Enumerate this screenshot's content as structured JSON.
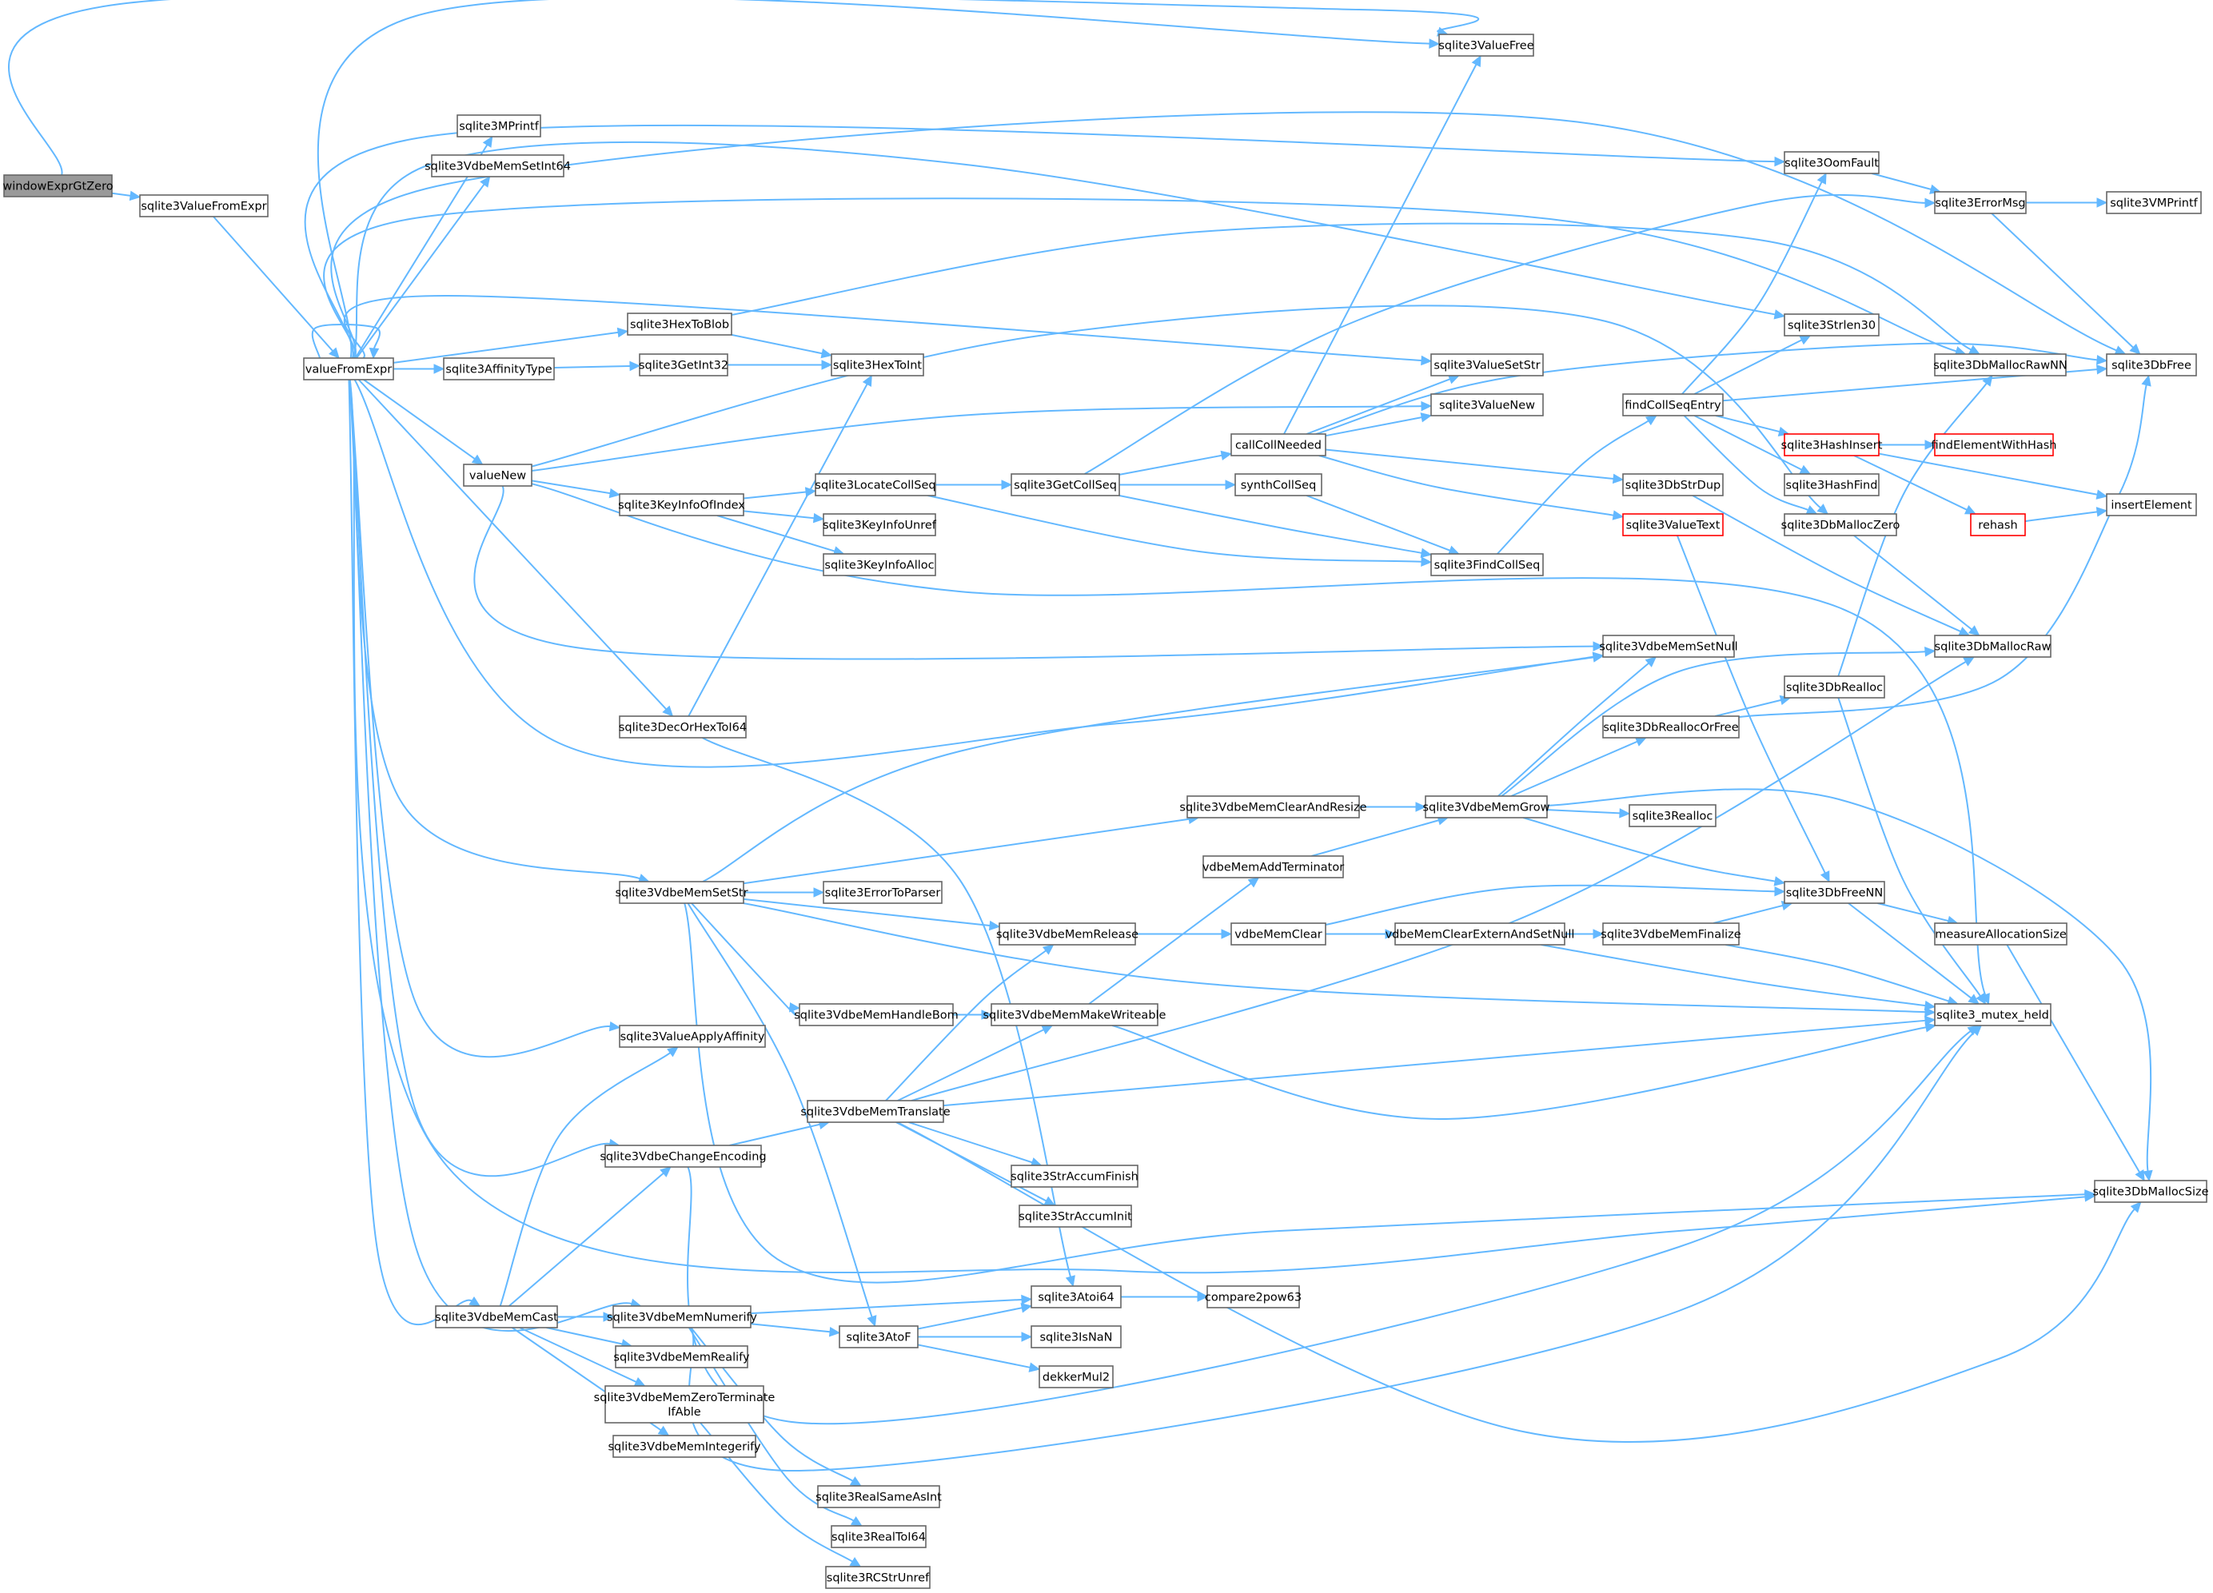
{
  "colors": {
    "edge": "#63b8ff",
    "node_border": "#666666",
    "truncated_border": "#ff0000",
    "root_fill": "#999999"
  },
  "nodes": [
    {
      "id": "windowExprGtZero",
      "lines": [
        "windowExprGtZero"
      ],
      "root": true
    },
    {
      "id": "sqlite3ValueFromExpr",
      "lines": [
        "sqlite3ValueFromExpr"
      ]
    },
    {
      "id": "valueFromExpr",
      "lines": [
        "valueFromExpr"
      ]
    },
    {
      "id": "sqlite3ValueFree",
      "lines": [
        "sqlite3ValueFree"
      ]
    },
    {
      "id": "sqlite3MPrintf",
      "lines": [
        "sqlite3MPrintf"
      ]
    },
    {
      "id": "sqlite3VdbeMemSetInt64",
      "lines": [
        "sqlite3VdbeMemSetInt64"
      ]
    },
    {
      "id": "sqlite3HexToBlob",
      "lines": [
        "sqlite3HexToBlob"
      ]
    },
    {
      "id": "sqlite3AffinityType",
      "lines": [
        "sqlite3AffinityType"
      ]
    },
    {
      "id": "sqlite3GetInt32",
      "lines": [
        "sqlite3GetInt32"
      ]
    },
    {
      "id": "sqlite3HexToInt",
      "lines": [
        "sqlite3HexToInt"
      ]
    },
    {
      "id": "valueNew",
      "lines": [
        "valueNew"
      ]
    },
    {
      "id": "sqlite3KeyInfoOfIndex",
      "lines": [
        "sqlite3KeyInfoOfIndex"
      ]
    },
    {
      "id": "sqlite3LocateCollSeq",
      "lines": [
        "sqlite3LocateCollSeq"
      ]
    },
    {
      "id": "sqlite3KeyInfoUnref",
      "lines": [
        "sqlite3KeyInfoUnref"
      ]
    },
    {
      "id": "sqlite3KeyInfoAlloc",
      "lines": [
        "sqlite3KeyInfoAlloc"
      ]
    },
    {
      "id": "sqlite3GetCollSeq",
      "lines": [
        "sqlite3GetCollSeq"
      ]
    },
    {
      "id": "callCollNeeded",
      "lines": [
        "callCollNeeded"
      ]
    },
    {
      "id": "synthCollSeq",
      "lines": [
        "synthCollSeq"
      ]
    },
    {
      "id": "sqlite3FindCollSeq",
      "lines": [
        "sqlite3FindCollSeq"
      ]
    },
    {
      "id": "sqlite3ValueSetStr",
      "lines": [
        "sqlite3ValueSetStr"
      ]
    },
    {
      "id": "sqlite3ValueNew",
      "lines": [
        "sqlite3ValueNew"
      ]
    },
    {
      "id": "sqlite3OomFault",
      "lines": [
        "sqlite3OomFault"
      ]
    },
    {
      "id": "sqlite3ErrorMsg",
      "lines": [
        "sqlite3ErrorMsg"
      ]
    },
    {
      "id": "sqlite3VMPrintf",
      "lines": [
        "sqlite3VMPrintf"
      ]
    },
    {
      "id": "sqlite3Strlen30",
      "lines": [
        "sqlite3Strlen30"
      ]
    },
    {
      "id": "sqlite3DbMallocRawNN",
      "lines": [
        "sqlite3DbMallocRawNN"
      ]
    },
    {
      "id": "sqlite3DbFree",
      "lines": [
        "sqlite3DbFree"
      ]
    },
    {
      "id": "findCollSeqEntry",
      "lines": [
        "findCollSeqEntry"
      ]
    },
    {
      "id": "sqlite3HashInsert",
      "lines": [
        "sqlite3HashInsert"
      ],
      "red": true
    },
    {
      "id": "findElementWithHash",
      "lines": [
        "findElementWithHash"
      ],
      "red": true
    },
    {
      "id": "sqlite3HashFind",
      "lines": [
        "sqlite3HashFind"
      ]
    },
    {
      "id": "insertElement",
      "lines": [
        "insertElement"
      ]
    },
    {
      "id": "rehash",
      "lines": [
        "rehash"
      ],
      "red": true
    },
    {
      "id": "sqlite3DbStrDup",
      "lines": [
        "sqlite3DbStrDup"
      ]
    },
    {
      "id": "sqlite3DbMallocZero",
      "lines": [
        "sqlite3DbMallocZero"
      ]
    },
    {
      "id": "sqlite3ValueText",
      "lines": [
        "sqlite3ValueText"
      ],
      "red": true
    },
    {
      "id": "sqlite3VdbeMemSetNull",
      "lines": [
        "sqlite3VdbeMemSetNull"
      ]
    },
    {
      "id": "sqlite3DbMallocRaw",
      "lines": [
        "sqlite3DbMallocRaw"
      ]
    },
    {
      "id": "sqlite3DbRealloc",
      "lines": [
        "sqlite3DbRealloc"
      ]
    },
    {
      "id": "sqlite3DbReallocOrFree",
      "lines": [
        "sqlite3DbReallocOrFree"
      ]
    },
    {
      "id": "sqlite3DecOrHexToI64",
      "lines": [
        "sqlite3DecOrHexToI64"
      ]
    },
    {
      "id": "sqlite3VdbeMemClearAndResize",
      "lines": [
        "sqlite3VdbeMemClearAndResize"
      ]
    },
    {
      "id": "sqlite3VdbeMemGrow",
      "lines": [
        "sqlite3VdbeMemGrow"
      ]
    },
    {
      "id": "sqlite3Realloc",
      "lines": [
        "sqlite3Realloc"
      ]
    },
    {
      "id": "vdbeMemAddTerminator",
      "lines": [
        "vdbeMemAddTerminator"
      ]
    },
    {
      "id": "sqlite3VdbeMemSetStr",
      "lines": [
        "sqlite3VdbeMemSetStr"
      ]
    },
    {
      "id": "sqlite3ErrorToParser",
      "lines": [
        "sqlite3ErrorToParser"
      ]
    },
    {
      "id": "sqlite3DbFreeNN",
      "lines": [
        "sqlite3DbFreeNN"
      ]
    },
    {
      "id": "sqlite3VdbeMemRelease",
      "lines": [
        "sqlite3VdbeMemRelease"
      ]
    },
    {
      "id": "vdbeMemClear",
      "lines": [
        "vdbeMemClear"
      ]
    },
    {
      "id": "vdbeMemClearExternAndSetNull",
      "lines": [
        "vdbeMemClearExternAndSetNull"
      ]
    },
    {
      "id": "sqlite3VdbeMemFinalize",
      "lines": [
        "sqlite3VdbeMemFinalize"
      ]
    },
    {
      "id": "measureAllocationSize",
      "lines": [
        "measureAllocationSize"
      ]
    },
    {
      "id": "sqlite3VdbeMemHandleBom",
      "lines": [
        "sqlite3VdbeMemHandleBom"
      ]
    },
    {
      "id": "sqlite3VdbeMemMakeWriteable",
      "lines": [
        "sqlite3VdbeMemMakeWriteable"
      ]
    },
    {
      "id": "sqlite3_mutex_held",
      "lines": [
        "sqlite3_mutex_held"
      ]
    },
    {
      "id": "sqlite3ValueApplyAffinity",
      "lines": [
        "sqlite3ValueApplyAffinity"
      ]
    },
    {
      "id": "sqlite3VdbeMemTranslate",
      "lines": [
        "sqlite3VdbeMemTranslate"
      ]
    },
    {
      "id": "sqlite3VdbeChangeEncoding",
      "lines": [
        "sqlite3VdbeChangeEncoding"
      ]
    },
    {
      "id": "sqlite3StrAccumFinish",
      "lines": [
        "sqlite3StrAccumFinish"
      ]
    },
    {
      "id": "sqlite3StrAccumInit",
      "lines": [
        "sqlite3StrAccumInit"
      ]
    },
    {
      "id": "sqlite3DbMallocSize",
      "lines": [
        "sqlite3DbMallocSize"
      ]
    },
    {
      "id": "sqlite3VdbeMemCast",
      "lines": [
        "sqlite3VdbeMemCast"
      ]
    },
    {
      "id": "sqlite3VdbeMemNumerify",
      "lines": [
        "sqlite3VdbeMemNumerify"
      ]
    },
    {
      "id": "sqlite3Atoi64",
      "lines": [
        "sqlite3Atoi64"
      ]
    },
    {
      "id": "compare2pow63",
      "lines": [
        "compare2pow63"
      ]
    },
    {
      "id": "sqlite3AtoF",
      "lines": [
        "sqlite3AtoF"
      ]
    },
    {
      "id": "sqlite3IsNaN",
      "lines": [
        "sqlite3IsNaN"
      ]
    },
    {
      "id": "dekkerMul2",
      "lines": [
        "dekkerMul2"
      ]
    },
    {
      "id": "sqlite3VdbeMemRealify",
      "lines": [
        "sqlite3VdbeMemRealify"
      ]
    },
    {
      "id": "sqlite3VdbeMemZeroTerminateIfAble",
      "lines": [
        "sqlite3VdbeMemZeroTerminate",
        "IfAble"
      ]
    },
    {
      "id": "sqlite3VdbeMemIntegerify",
      "lines": [
        "sqlite3VdbeMemIntegerify"
      ]
    },
    {
      "id": "sqlite3RealSameAsInt",
      "lines": [
        "sqlite3RealSameAsInt"
      ]
    },
    {
      "id": "sqlite3RealToI64",
      "lines": [
        "sqlite3RealToI64"
      ]
    },
    {
      "id": "sqlite3RCStrUnref",
      "lines": [
        "sqlite3RCStrUnref"
      ]
    }
  ],
  "edges": [
    [
      "windowExprGtZero",
      "sqlite3ValueFromExpr"
    ],
    [
      "windowExprGtZero",
      "sqlite3ValueFree"
    ],
    [
      "sqlite3ValueFromExpr",
      "valueFromExpr"
    ],
    [
      "valueFromExpr",
      "valueFromExpr"
    ],
    [
      "valueFromExpr",
      "sqlite3ValueFree"
    ],
    [
      "valueFromExpr",
      "sqlite3MPrintf"
    ],
    [
      "valueFromExpr",
      "sqlite3VdbeMemSetInt64"
    ],
    [
      "valueFromExpr",
      "sqlite3OomFault"
    ],
    [
      "valueFromExpr",
      "sqlite3DbFree"
    ],
    [
      "valueFromExpr",
      "sqlite3Strlen30"
    ],
    [
      "valueFromExpr",
      "sqlite3DbMallocRawNN"
    ],
    [
      "valueFromExpr",
      "sqlite3HexToBlob"
    ],
    [
      "valueFromExpr",
      "sqlite3ValueSetStr"
    ],
    [
      "valueFromExpr",
      "sqlite3AffinityType"
    ],
    [
      "valueFromExpr",
      "valueNew"
    ],
    [
      "valueFromExpr",
      "sqlite3VdbeMemSetNull"
    ],
    [
      "valueFromExpr",
      "sqlite3DecOrHexToI64"
    ],
    [
      "valueFromExpr",
      "sqlite3VdbeMemSetStr"
    ],
    [
      "valueFromExpr",
      "sqlite3ValueApplyAffinity"
    ],
    [
      "valueFromExpr",
      "sqlite3VdbeChangeEncoding"
    ],
    [
      "valueFromExpr",
      "sqlite3VdbeMemCast"
    ],
    [
      "valueFromExpr",
      "sqlite3VdbeMemNumerify"
    ],
    [
      "valueFromExpr",
      "sqlite3DbMallocSize"
    ],
    [
      "sqlite3HexToBlob",
      "sqlite3HexToInt"
    ],
    [
      "sqlite3HexToBlob",
      "sqlite3DbMallocRawNN"
    ],
    [
      "sqlite3AffinityType",
      "sqlite3GetInt32"
    ],
    [
      "sqlite3GetInt32",
      "sqlite3HexToInt"
    ],
    [
      "valueNew",
      "sqlite3ValueNew"
    ],
    [
      "valueNew",
      "sqlite3KeyInfoOfIndex"
    ],
    [
      "valueNew",
      "sqlite3DbMallocZero"
    ],
    [
      "valueNew",
      "sqlite3VdbeMemSetNull"
    ],
    [
      "valueNew",
      "sqlite3_mutex_held"
    ],
    [
      "sqlite3KeyInfoOfIndex",
      "sqlite3LocateCollSeq"
    ],
    [
      "sqlite3KeyInfoOfIndex",
      "sqlite3KeyInfoUnref"
    ],
    [
      "sqlite3KeyInfoOfIndex",
      "sqlite3KeyInfoAlloc"
    ],
    [
      "sqlite3LocateCollSeq",
      "sqlite3GetCollSeq"
    ],
    [
      "sqlite3LocateCollSeq",
      "sqlite3FindCollSeq"
    ],
    [
      "sqlite3GetCollSeq",
      "callCollNeeded"
    ],
    [
      "sqlite3GetCollSeq",
      "synthCollSeq"
    ],
    [
      "sqlite3GetCollSeq",
      "sqlite3FindCollSeq"
    ],
    [
      "sqlite3GetCollSeq",
      "sqlite3ErrorMsg"
    ],
    [
      "callCollNeeded",
      "sqlite3ValueFree"
    ],
    [
      "callCollNeeded",
      "sqlite3ValueSetStr"
    ],
    [
      "callCollNeeded",
      "sqlite3ValueNew"
    ],
    [
      "callCollNeeded",
      "sqlite3DbFree"
    ],
    [
      "callCollNeeded",
      "sqlite3DbStrDup"
    ],
    [
      "callCollNeeded",
      "sqlite3ValueText"
    ],
    [
      "synthCollSeq",
      "sqlite3FindCollSeq"
    ],
    [
      "sqlite3FindCollSeq",
      "findCollSeqEntry"
    ],
    [
      "findCollSeqEntry",
      "sqlite3OomFault"
    ],
    [
      "findCollSeqEntry",
      "sqlite3Strlen30"
    ],
    [
      "findCollSeqEntry",
      "sqlite3DbFree"
    ],
    [
      "findCollSeqEntry",
      "sqlite3HashInsert"
    ],
    [
      "findCollSeqEntry",
      "sqlite3HashFind"
    ],
    [
      "findCollSeqEntry",
      "sqlite3DbMallocZero"
    ],
    [
      "sqlite3HashInsert",
      "findElementWithHash"
    ],
    [
      "sqlite3HashInsert",
      "insertElement"
    ],
    [
      "sqlite3HashInsert",
      "rehash"
    ],
    [
      "rehash",
      "insertElement"
    ],
    [
      "sqlite3OomFault",
      "sqlite3ErrorMsg"
    ],
    [
      "sqlite3ErrorMsg",
      "sqlite3VMPrintf"
    ],
    [
      "sqlite3ErrorMsg",
      "sqlite3DbFree"
    ],
    [
      "sqlite3DbStrDup",
      "sqlite3DbMallocRaw"
    ],
    [
      "sqlite3DbMallocZero",
      "sqlite3DbMallocRaw"
    ],
    [
      "sqlite3ValueText",
      "sqlite3DbFreeNN"
    ],
    [
      "sqlite3DbRealloc",
      "sqlite3DbMallocRawNN"
    ],
    [
      "sqlite3DbRealloc",
      "sqlite3_mutex_held"
    ],
    [
      "sqlite3DbReallocOrFree",
      "sqlite3DbRealloc"
    ],
    [
      "sqlite3DbReallocOrFree",
      "sqlite3DbFree"
    ],
    [
      "sqlite3DecOrHexToI64",
      "sqlite3HexToInt"
    ],
    [
      "sqlite3DecOrHexToI64",
      "sqlite3Atoi64"
    ],
    [
      "sqlite3VdbeMemSetStr",
      "sqlite3VdbeMemSetNull"
    ],
    [
      "sqlite3VdbeMemSetStr",
      "sqlite3VdbeMemClearAndResize"
    ],
    [
      "sqlite3VdbeMemSetStr",
      "sqlite3ErrorToParser"
    ],
    [
      "sqlite3VdbeMemSetStr",
      "sqlite3VdbeMemRelease"
    ],
    [
      "sqlite3VdbeMemSetStr",
      "sqlite3VdbeMemHandleBom"
    ],
    [
      "sqlite3VdbeMemSetStr",
      "sqlite3_mutex_held"
    ],
    [
      "sqlite3VdbeMemSetStr",
      "sqlite3DbMallocSize"
    ],
    [
      "sqlite3VdbeMemSetStr",
      "sqlite3AtoF"
    ],
    [
      "sqlite3VdbeMemClearAndResize",
      "sqlite3VdbeMemGrow"
    ],
    [
      "sqlite3VdbeMemGrow",
      "sqlite3VdbeMemSetNull"
    ],
    [
      "sqlite3VdbeMemGrow",
      "sqlite3DbMallocRaw"
    ],
    [
      "sqlite3VdbeMemGrow",
      "sqlite3DbReallocOrFree"
    ],
    [
      "sqlite3VdbeMemGrow",
      "sqlite3Realloc"
    ],
    [
      "sqlite3VdbeMemGrow",
      "sqlite3DbFreeNN"
    ],
    [
      "sqlite3VdbeMemGrow",
      "sqlite3DbMallocSize"
    ],
    [
      "vdbeMemAddTerminator",
      "sqlite3VdbeMemGrow"
    ],
    [
      "sqlite3VdbeMemRelease",
      "vdbeMemClear"
    ],
    [
      "vdbeMemClear",
      "sqlite3DbFreeNN"
    ],
    [
      "vdbeMemClear",
      "vdbeMemClearExternAndSetNull"
    ],
    [
      "vdbeMemClearExternAndSetNull",
      "sqlite3VdbeMemFinalize"
    ],
    [
      "vdbeMemClearExternAndSetNull",
      "sqlite3_mutex_held"
    ],
    [
      "sqlite3VdbeMemFinalize",
      "sqlite3DbFreeNN"
    ],
    [
      "sqlite3VdbeMemFinalize",
      "sqlite3_mutex_held"
    ],
    [
      "sqlite3DbFreeNN",
      "measureAllocationSize"
    ],
    [
      "sqlite3DbFreeNN",
      "sqlite3_mutex_held"
    ],
    [
      "measureAllocationSize",
      "sqlite3DbMallocSize"
    ],
    [
      "sqlite3VdbeMemHandleBom",
      "sqlite3VdbeMemMakeWriteable"
    ],
    [
      "sqlite3VdbeMemMakeWriteable",
      "vdbeMemAddTerminator"
    ],
    [
      "sqlite3VdbeMemMakeWriteable",
      "sqlite3_mutex_held"
    ],
    [
      "sqlite3VdbeMemTranslate",
      "sqlite3VdbeMemRelease"
    ],
    [
      "sqlite3VdbeMemTranslate",
      "sqlite3VdbeMemMakeWriteable"
    ],
    [
      "sqlite3VdbeMemTranslate",
      "sqlite3StrAccumFinish"
    ],
    [
      "sqlite3VdbeMemTranslate",
      "sqlite3StrAccumInit"
    ],
    [
      "sqlite3VdbeMemTranslate",
      "sqlite3DbMallocRaw"
    ],
    [
      "sqlite3VdbeMemTranslate",
      "sqlite3_mutex_held"
    ],
    [
      "sqlite3VdbeMemTranslate",
      "sqlite3DbMallocSize"
    ],
    [
      "sqlite3VdbeChangeEncoding",
      "sqlite3VdbeMemTranslate"
    ],
    [
      "sqlite3VdbeChangeEncoding",
      "sqlite3_mutex_held"
    ],
    [
      "sqlite3VdbeMemCast",
      "sqlite3ValueApplyAffinity"
    ],
    [
      "sqlite3VdbeMemCast",
      "sqlite3VdbeChangeEncoding"
    ],
    [
      "sqlite3VdbeMemCast",
      "sqlite3VdbeMemNumerify"
    ],
    [
      "sqlite3VdbeMemCast",
      "sqlite3VdbeMemRealify"
    ],
    [
      "sqlite3VdbeMemCast",
      "sqlite3VdbeMemZeroTerminateIfAble"
    ],
    [
      "sqlite3VdbeMemCast",
      "sqlite3VdbeMemIntegerify"
    ],
    [
      "sqlite3VdbeMemNumerify",
      "sqlite3Atoi64"
    ],
    [
      "sqlite3VdbeMemNumerify",
      "sqlite3AtoF"
    ],
    [
      "sqlite3VdbeMemNumerify",
      "sqlite3RealSameAsInt"
    ],
    [
      "sqlite3VdbeMemNumerify",
      "sqlite3RealToI64"
    ],
    [
      "sqlite3VdbeMemNumerify",
      "sqlite3_mutex_held"
    ],
    [
      "sqlite3AtoF",
      "sqlite3Atoi64"
    ],
    [
      "sqlite3AtoF",
      "sqlite3IsNaN"
    ],
    [
      "sqlite3AtoF",
      "dekkerMul2"
    ],
    [
      "sqlite3Atoi64",
      "compare2pow63"
    ],
    [
      "sqlite3VdbeMemZeroTerminateIfAble",
      "sqlite3RCStrUnref"
    ]
  ]
}
